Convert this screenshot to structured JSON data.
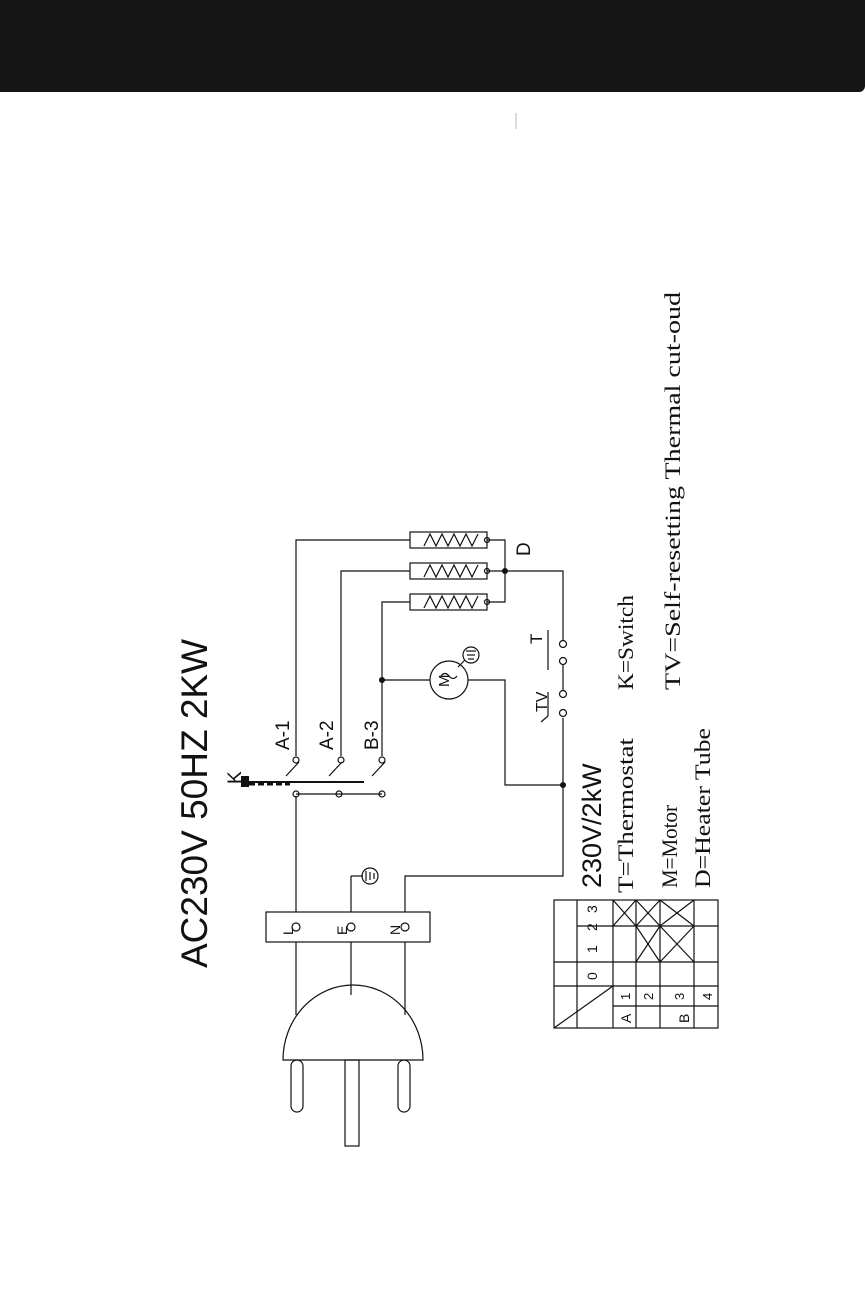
{
  "header": {
    "color": "#151515"
  },
  "diagram": {
    "title": "AC230V 50HZ  2KW",
    "rating": "230V/2kW",
    "switch_label": "K",
    "terminals": [
      "L",
      "E",
      "N"
    ],
    "contacts": [
      "A-1",
      "A-2",
      "B-3"
    ],
    "heater_label": "D",
    "motor_label": "M",
    "tv_label": "TV",
    "t_label": "T",
    "legend": [
      "T=Thermostat",
      "M=Motor",
      "D=Heater Tube",
      "K=Switch",
      "TV=Self-resetting Thermal cut-oud"
    ],
    "table": {
      "columns": [
        "0",
        "1",
        "2",
        "3"
      ],
      "row_groups": [
        {
          "group": "A",
          "rows": [
            "1",
            "2"
          ]
        },
        {
          "group": "B",
          "rows": [
            "3",
            "4"
          ]
        }
      ]
    }
  }
}
